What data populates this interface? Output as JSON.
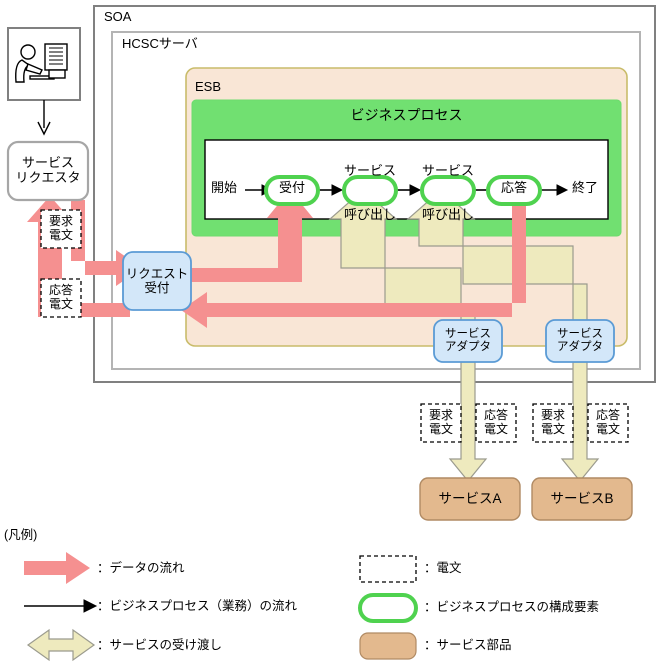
{
  "containers": {
    "soa": {
      "label": "SOA"
    },
    "hcsc": {
      "label": "HCSCサーバ"
    },
    "esb": {
      "label": "ESB"
    },
    "business_process": {
      "label": "ビジネスプロセス"
    }
  },
  "actors": {
    "user_icon": "person-at-computer-icon",
    "service_requester": "サービス\nリクエスタ",
    "service_requester_line1": "サービス",
    "service_requester_line2": "リクエスタ",
    "request_reception_line1": "リクエスト",
    "request_reception_line2": "受付"
  },
  "process_flow": {
    "start_label": "開始",
    "end_label": "終了",
    "nodes": [
      {
        "caption_line1": "受付",
        "caption_line2": ""
      },
      {
        "caption_line1": "サービス",
        "caption_line2": "呼び出し"
      },
      {
        "caption_line1": "サービス",
        "caption_line2": "呼び出し"
      },
      {
        "caption_line1": "応答",
        "caption_line2": ""
      }
    ]
  },
  "adapters": [
    {
      "line1": "サービス",
      "line2": "アダプタ"
    },
    {
      "line1": "サービス",
      "line2": "アダプタ"
    }
  ],
  "service_parts": [
    {
      "label": "サービスA"
    },
    {
      "label": "サービスB"
    }
  ],
  "messages": {
    "request_line1": "要求",
    "request_line2": "電文",
    "response_line1": "応答",
    "response_line2": "電文"
  },
  "legend": {
    "title": "(凡例)",
    "items_left": [
      {
        "icon": "thick-red-arrow-icon",
        "label": "：データの流れ"
      },
      {
        "icon": "thin-black-arrow-icon",
        "label": "：ビジネスプロセス（業務）の流れ"
      },
      {
        "icon": "khaki-double-arrow-icon",
        "label": "：サービスの受け渡し"
      }
    ],
    "items_right": [
      {
        "icon": "dashed-rect-icon",
        "label": "：電文"
      },
      {
        "icon": "green-rounded-outline-icon",
        "label": "：ビジネスプロセスの構成要素"
      },
      {
        "icon": "tan-rounded-fill-icon",
        "label": "：サービス部品"
      }
    ]
  },
  "colors": {
    "red_arrow": "#f59090",
    "khaki_arrow": "#eeeabe",
    "khaki_border": "#9b9b8e",
    "esb_fill": "#f9e6d6",
    "esb_border": "#c9bc6a",
    "bp_green": "#71e071",
    "node_green": "#4fd24f",
    "adapter_fill": "#d3e7f9",
    "adapter_border": "#5b9bd5",
    "service_fill": "#e3b98e",
    "service_border": "#b08a63",
    "soa_border": "#7f7f7f",
    "hcsc_border": "#b4b4b4"
  }
}
